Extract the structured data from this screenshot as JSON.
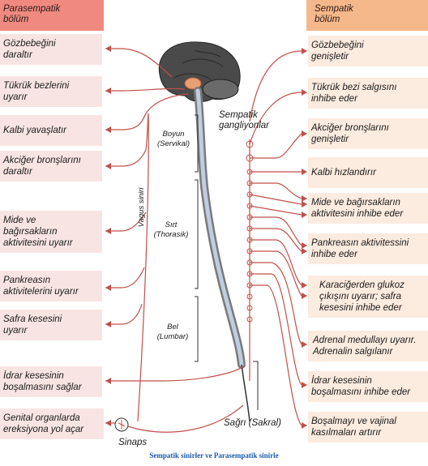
{
  "headers": {
    "left": [
      "Parasempatik",
      "bölüm"
    ],
    "right": [
      "Sempatik",
      "bölüm"
    ]
  },
  "left_boxes": [
    [
      "Gözbebeğini",
      "daraltır"
    ],
    [
      "Tükrük bezlerini",
      "uyarır"
    ],
    [
      "Kalbi yavaşlatır"
    ],
    [
      "Akciğer bronşlarını",
      "daraltır"
    ],
    [
      "Mide ve",
      "bağırsakların",
      "aktivitesini uyarır"
    ],
    [
      "Pankreasın",
      "aktivitelerini uyarır"
    ],
    [
      "Safra kesesini",
      "uyarır"
    ],
    [
      "İdrar kesesinin",
      "boşalmasını sağlar"
    ],
    [
      "Genital organlarda",
      "ereksiyona yol açar"
    ]
  ],
  "right_boxes": [
    [
      "Gözbebeğini",
      "genişletir"
    ],
    [
      "Tükrük bezi salgısını",
      "inhibe eder"
    ],
    [
      "Akciğer bronşlarını",
      "genişletir"
    ],
    [
      "Kalbi hızlandırır"
    ],
    [
      "Mide ve bağırsakların",
      "aktivitesini inhibe eder"
    ],
    [
      "Pankreasın aktivitessini",
      "inhibe eder"
    ],
    [
      "Karaciğerden glukoz",
      "çıkışını uyarır; safra",
      "kesesini inhibe eder"
    ],
    [
      "Adrenal medullayı uyarır.",
      "Adrenalin salgılanır"
    ],
    [
      "İdrar kesesinin",
      "boşalmasını inhibe eder"
    ],
    [
      "Boşalmayı ve vajinal",
      "kasılmaları artırır"
    ]
  ],
  "labels": {
    "neck": [
      "Boyun",
      "(Servikal)"
    ],
    "back": [
      "Sırt",
      "(Thorasik)"
    ],
    "waist": [
      "Bel",
      "(Lumbar)"
    ],
    "sacral": "Sağrı (Sakral)",
    "ganglia": [
      "Sempatik",
      "gangliyonlar"
    ],
    "vagus": "Vagus siniri",
    "synapse": "Sinaps"
  },
  "caption": "Sempatik sinirler ve Parasempatik sinirle",
  "colors": {
    "nerve": "#c0504a",
    "left_header": "#f08a80",
    "right_header": "#f5b88a",
    "left_box": "#f8e5e3",
    "right_box": "#fcebdf",
    "caption": "#1a5ba8"
  }
}
